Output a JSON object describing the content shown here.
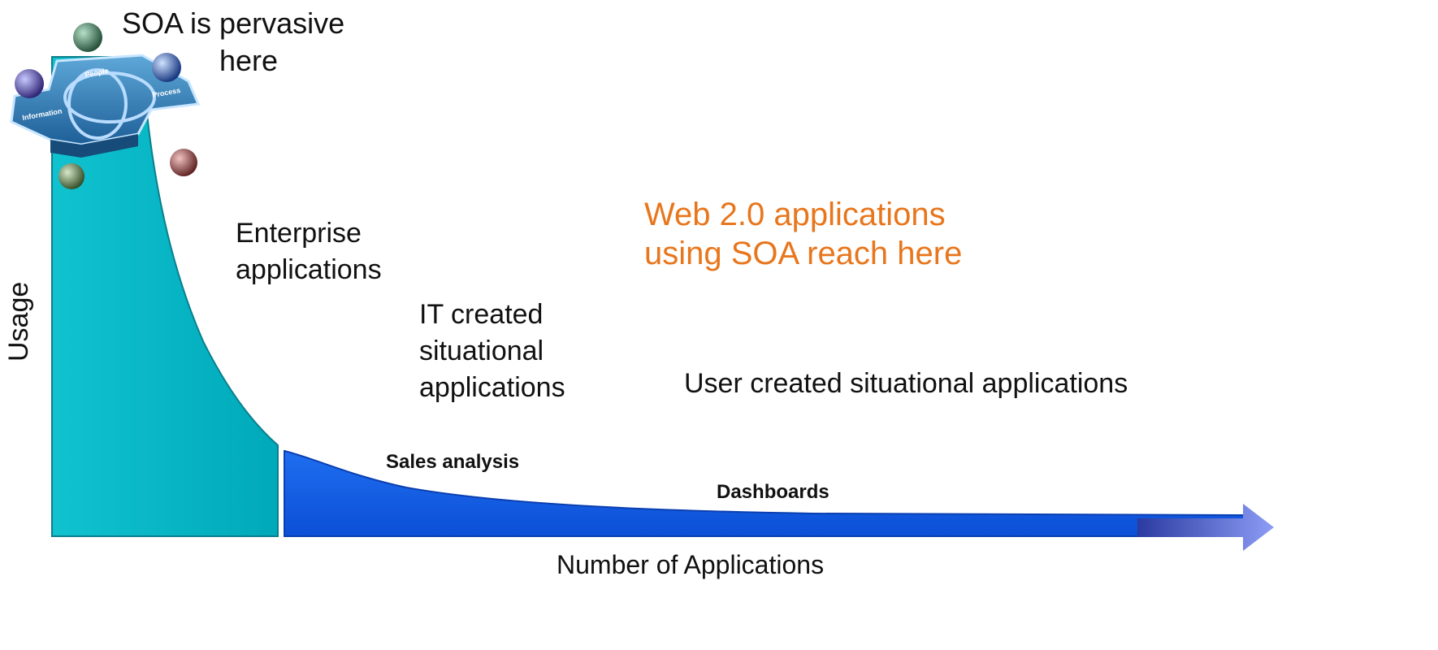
{
  "title": {
    "line1": "SOA is pervasive",
    "line2": "here"
  },
  "logo": {
    "label_people": "People",
    "label_process": "Process",
    "label_information": "Information"
  },
  "labels": {
    "enterprise": [
      "Enterprise",
      "applications"
    ],
    "it_created": [
      "IT created",
      "situational",
      "applications"
    ],
    "web20": [
      "Web 2.0 applications",
      "using SOA reach here"
    ],
    "user_created": "User created situational applications",
    "sales": "Sales analysis",
    "dashboards": "Dashboards",
    "x_axis": "Number of Applications",
    "y_axis": "Usage"
  },
  "colors": {
    "enterprise_area": "#00b5c5",
    "situational_area": "#1a63e8",
    "accent_text": "#e8761c",
    "arrow": "#8a99f0"
  }
}
